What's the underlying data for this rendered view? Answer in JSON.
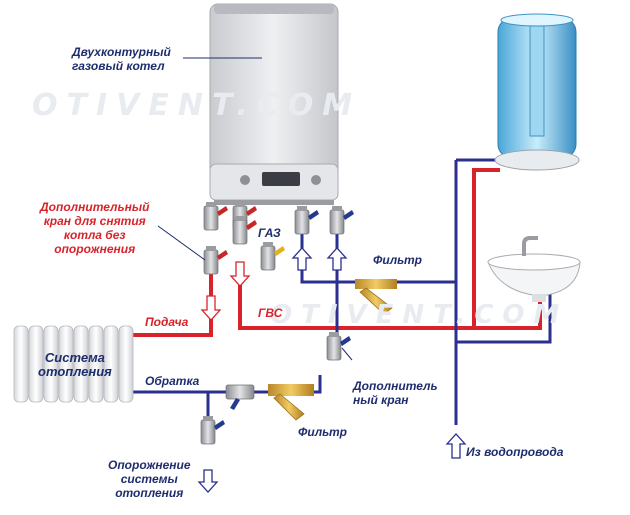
{
  "watermark": "OTIVENT.COM",
  "labels": {
    "boiler": "Двухконтурный\nгазовый котел",
    "extra_valve_top": "Дополнительный\nкран для снятия\nкотла без\nопорожнения",
    "gas": "ГАЗ",
    "filter_top": "Фильтр",
    "supply": "Подача",
    "dhw": "ГВС",
    "radiator": "Система\nотопления",
    "return": "Обратка",
    "extra_valve_bottom": "Дополнитель\nный кран",
    "filter_bottom": "Фильтр",
    "drain": "Опорожнение\nсистемы\nотопления",
    "water_main": "Из водопровода"
  },
  "colors": {
    "hot_pipe": "#d8232a",
    "cold_pipe": "#2b2f8f",
    "label_text": "#1f2d6e",
    "filter": "#d9a52b",
    "valve": "#a9a9a9"
  }
}
